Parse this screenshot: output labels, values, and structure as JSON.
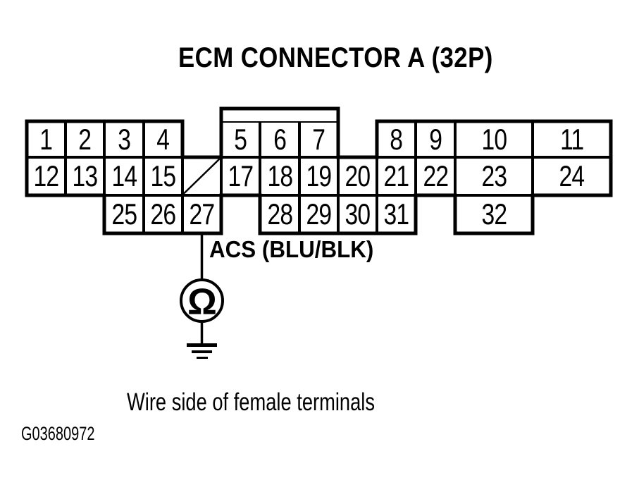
{
  "title": "ECM CONNECTOR A (32P)",
  "connector": {
    "pins": [
      "1",
      "2",
      "3",
      "4",
      "5",
      "6",
      "7",
      "8",
      "9",
      "10",
      "11",
      "12",
      "13",
      "14",
      "15",
      "17",
      "18",
      "19",
      "20",
      "21",
      "22",
      "23",
      "24",
      "25",
      "26",
      "27",
      "28",
      "29",
      "30",
      "31",
      "32"
    ],
    "absent_pin_position": "16"
  },
  "wire": {
    "label": "ACS (BLU/BLK)",
    "connected_pin": "27"
  },
  "symbols": {
    "ohm_glyph": "Ω"
  },
  "caption": "Wire side of female terminals",
  "figure_id": "G03680972",
  "colors": {
    "ink": "#000000",
    "background": "#ffffff"
  }
}
